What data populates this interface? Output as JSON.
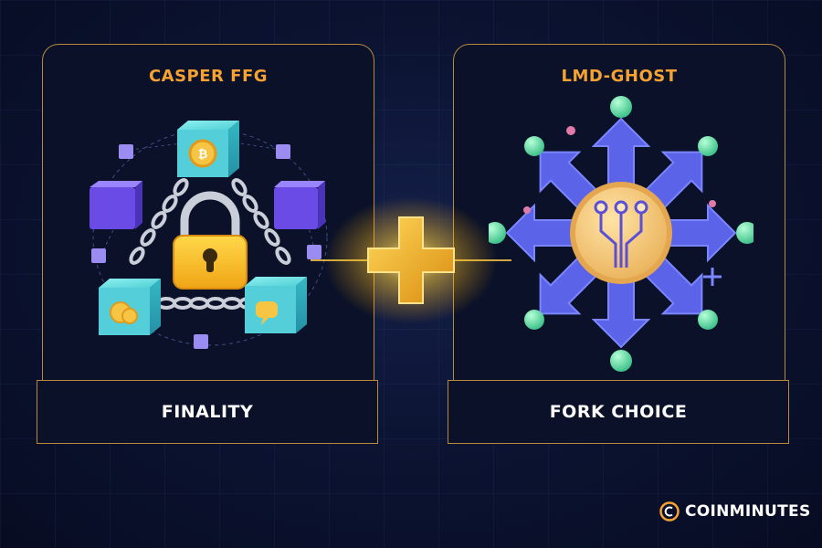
{
  "left_panel": {
    "title": "CASPER FFG",
    "label": "FINALITY"
  },
  "right_panel": {
    "title": "LMD-GHOST",
    "label": "FORK CHOICE"
  },
  "brand": {
    "name": "COINMINUTES"
  },
  "colors": {
    "accent_orange": "#f5a233",
    "panel_border": "#b98a3e",
    "background": "#0c1433",
    "cube_teal": "#3ec7cf",
    "cube_purple": "#7a5cf0",
    "arrow_blue": "#5b63e8",
    "coin_gold": "#f2c46f"
  },
  "icons": [
    "padlock-icon",
    "chain-icon",
    "bitcoin-coin-icon",
    "plus-icon",
    "circuit-coin-icon",
    "coinminutes-logo-icon"
  ]
}
